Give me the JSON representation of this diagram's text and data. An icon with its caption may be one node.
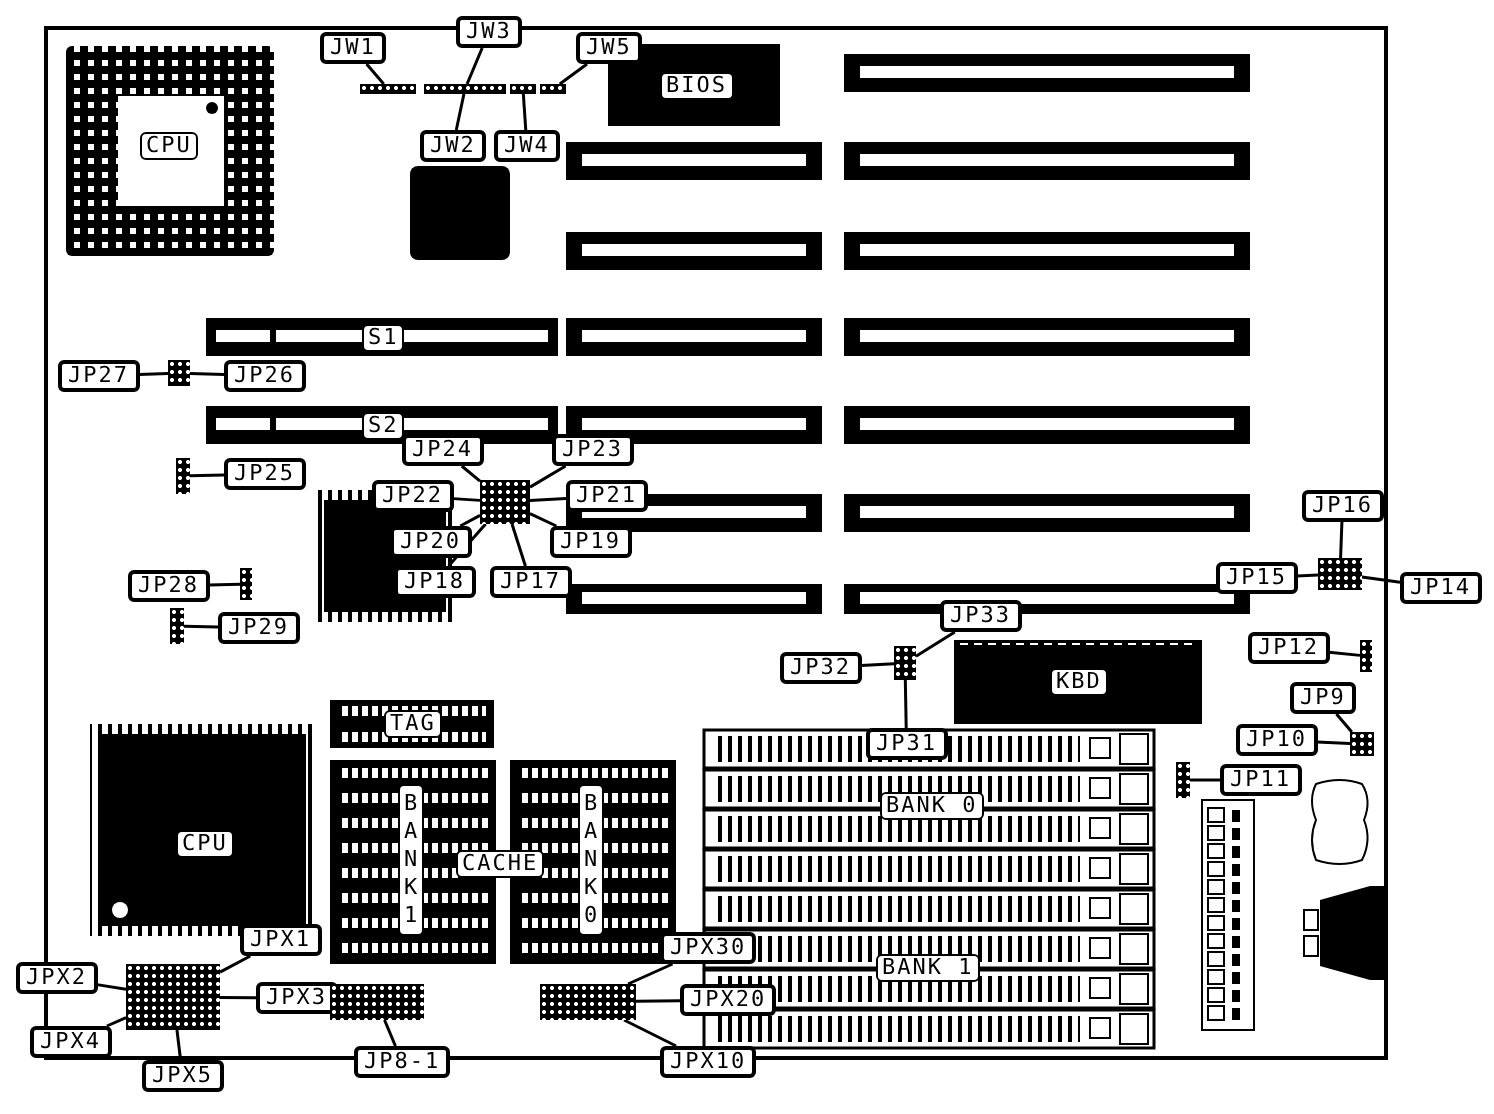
{
  "diagram": {
    "nodes": [
      {
        "text": [
          "JW1"
        ]
      },
      {
        "text": [
          "JW3"
        ]
      },
      {
        "text": [
          "JW5"
        ]
      },
      {
        "text": [],
        "shape": "box"
      },
      {
        "text": [],
        "shape": "box"
      },
      {
        "text": [],
        "shape": "box"
      },
      {
        "text": [],
        "shape": "box"
      },
      {
        "text": [
          "JW2"
        ]
      },
      {
        "text": [
          "JW4"
        ]
      },
      {
        "text": [
          "JP27"
        ]
      },
      {
        "text": [],
        "shape": "box"
      },
      {
        "text": [
          "JP26"
        ]
      },
      {
        "text": [
          "JP24"
        ]
      },
      {
        "text": [
          "JP23"
        ]
      },
      {
        "text": [],
        "shape": "box"
      },
      {
        "text": [
          "JP25"
        ]
      },
      {
        "text": [
          "JP22"
        ]
      },
      {
        "text": [],
        "shape": "box"
      },
      {
        "text": [
          "JP21"
        ]
      },
      {
        "text": [
          "JP20"
        ]
      },
      {
        "text": [
          "JP19"
        ]
      },
      {
        "text": [
          "JP18"
        ]
      },
      {
        "text": [
          "JP17"
        ]
      },
      {
        "text": [
          "JP16"
        ]
      },
      {
        "text": [
          "JP15"
        ]
      },
      {
        "text": [],
        "shape": "box"
      },
      {
        "text": [
          "JP14"
        ]
      },
      {
        "text": [
          "JP28"
        ]
      },
      {
        "text": [],
        "shape": "box"
      },
      {
        "text": [],
        "shape": "box"
      },
      {
        "text": [
          "JP29"
        ]
      },
      {
        "text": [
          "JP33"
        ]
      },
      {
        "text": [
          "JP32"
        ]
      },
      {
        "text": [],
        "shape": "box"
      },
      {
        "text": [
          "JP12"
        ]
      },
      {
        "text": [],
        "shape": "box"
      },
      {
        "text": [
          "JP31"
        ]
      },
      {
        "text": [
          "JP9"
        ]
      },
      {
        "text": [
          "JP10"
        ]
      },
      {
        "text": [],
        "shape": "box"
      },
      {
        "text": [],
        "shape": "box"
      },
      {
        "text": [
          "JP11"
        ]
      },
      {
        "text": [
          "JPX30"
        ]
      },
      {
        "text": [
          "JPX1"
        ]
      },
      {
        "text": [
          "JPX2"
        ]
      },
      {
        "text": [],
        "shape": "box"
      },
      {
        "text": [
          "JPX3"
        ]
      },
      {
        "text": [],
        "shape": "box"
      },
      {
        "text": [],
        "shape": "box"
      },
      {
        "text": [
          "JPX20"
        ]
      },
      {
        "text": [
          "JPX4"
        ]
      },
      {
        "text": [
          "JP8-1"
        ]
      },
      {
        "text": [
          "JPX10"
        ]
      },
      {
        "text": [
          "JPX5"
        ]
      },
      {
        "text": [
          "CPU"
        ]
      },
      {
        "text": [
          "BIOS"
        ]
      },
      {
        "text": [
          "S1"
        ]
      },
      {
        "text": [
          "S2"
        ]
      },
      {
        "text": [
          "TAG"
        ]
      },
      {
        "text": [
          "CPU"
        ]
      },
      {
        "text": [
          "BANK 1"
        ]
      },
      {
        "text": [
          "CACHE"
        ]
      },
      {
        "text": [
          "BANK 0"
        ]
      },
      {
        "text": [
          "KBD"
        ]
      },
      {
        "text": [
          "BANK 0"
        ]
      },
      {
        "text": [
          "BANK 1"
        ]
      }
    ],
    "edges": [
      {
        "from": 0,
        "to": 3,
        "arrow": "none"
      },
      {
        "from": 1,
        "to": 4,
        "arrow": "none"
      },
      {
        "from": 2,
        "to": 6,
        "arrow": "none"
      },
      {
        "from": 7,
        "to": 4,
        "arrow": "none"
      },
      {
        "from": 8,
        "to": 5,
        "arrow": "none"
      },
      {
        "from": 9,
        "to": 10,
        "arrow": "none"
      },
      {
        "from": 11,
        "to": 10,
        "arrow": "none"
      },
      {
        "from": 12,
        "to": 17,
        "arrow": "none"
      },
      {
        "from": 13,
        "to": 17,
        "arrow": "none"
      },
      {
        "from": 15,
        "to": 14,
        "arrow": "none"
      },
      {
        "from": 16,
        "to": 17,
        "arrow": "none"
      },
      {
        "from": 18,
        "to": 17,
        "arrow": "none"
      },
      {
        "from": 19,
        "to": 17,
        "arrow": "none"
      },
      {
        "from": 20,
        "to": 17,
        "arrow": "none"
      },
      {
        "from": 21,
        "to": 17,
        "arrow": "none"
      },
      {
        "from": 22,
        "to": 17,
        "arrow": "none"
      },
      {
        "from": 23,
        "to": 25,
        "arrow": "none"
      },
      {
        "from": 24,
        "to": 25,
        "arrow": "none"
      },
      {
        "from": 26,
        "to": 25,
        "arrow": "none"
      },
      {
        "from": 27,
        "to": 28,
        "arrow": "none"
      },
      {
        "from": 30,
        "to": 29,
        "arrow": "none"
      },
      {
        "from": 31,
        "to": 33,
        "arrow": "none"
      },
      {
        "from": 32,
        "to": 33,
        "arrow": "none"
      },
      {
        "from": 34,
        "to": 35,
        "arrow": "none"
      },
      {
        "from": 36,
        "to": 33,
        "arrow": "none"
      },
      {
        "from": 37,
        "to": 39,
        "arrow": "none"
      },
      {
        "from": 38,
        "to": 39,
        "arrow": "none"
      },
      {
        "from": 41,
        "to": 40,
        "arrow": "none"
      },
      {
        "from": 42,
        "to": 48,
        "arrow": "none"
      },
      {
        "from": 43,
        "to": 45,
        "arrow": "none"
      },
      {
        "from": 44,
        "to": 45,
        "arrow": "none"
      },
      {
        "from": 46,
        "to": 45,
        "arrow": "none"
      },
      {
        "from": 49,
        "to": 48,
        "arrow": "none"
      },
      {
        "from": 50,
        "to": 45,
        "arrow": "none"
      },
      {
        "from": 51,
        "to": 47,
        "arrow": "none"
      },
      {
        "from": 52,
        "to": 48,
        "arrow": "none"
      },
      {
        "from": 53,
        "to": 45,
        "arrow": "none"
      }
    ]
  }
}
